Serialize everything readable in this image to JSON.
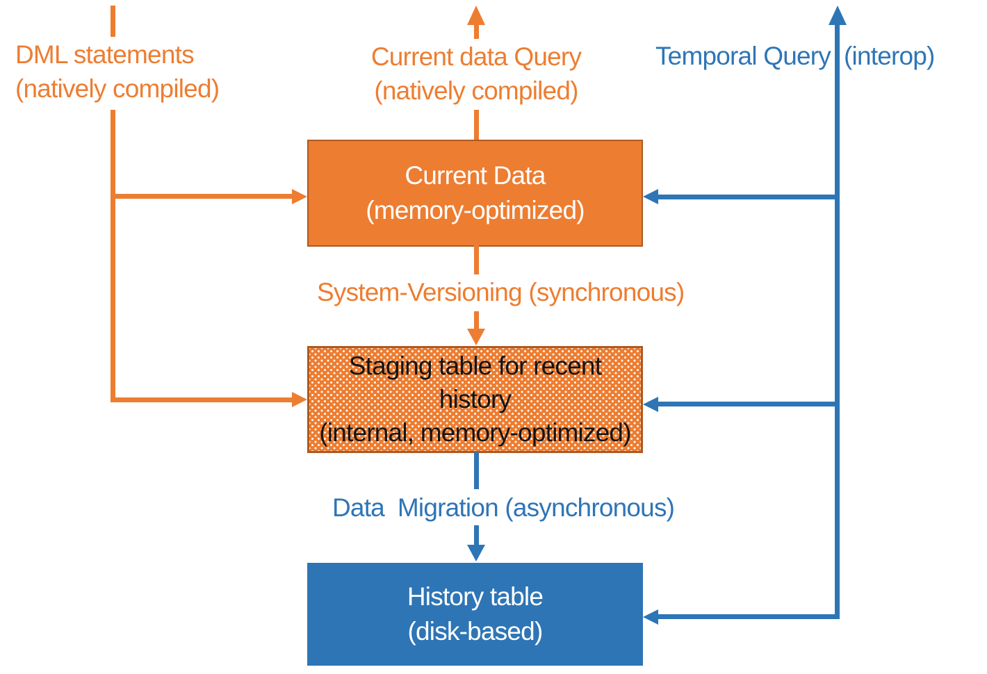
{
  "colors": {
    "orange": "#ED7D31",
    "orange_dark": "#AC5A21",
    "blue": "#2E75B6",
    "staging_text": "#141414",
    "box_text": "#FFFFFF",
    "background": "#FFFFFF"
  },
  "labels": {
    "dml_statements": "DML statements\n(natively compiled)",
    "current_data_query": "Current data Query\n(natively compiled)",
    "temporal_query_left": "Temporal Query",
    "temporal_query_right": "(interop)",
    "system_versioning": "System-Versioning (synchronous)",
    "data_migration": "Data  Migration (asynchronous)"
  },
  "boxes": {
    "current_data": {
      "title": "Current Data\n(memory-optimized)"
    },
    "staging": {
      "title": "Staging table for recent\nhistory\n(internal, memory-optimized)"
    },
    "history": {
      "title": "History table\n(disk-based)"
    }
  }
}
